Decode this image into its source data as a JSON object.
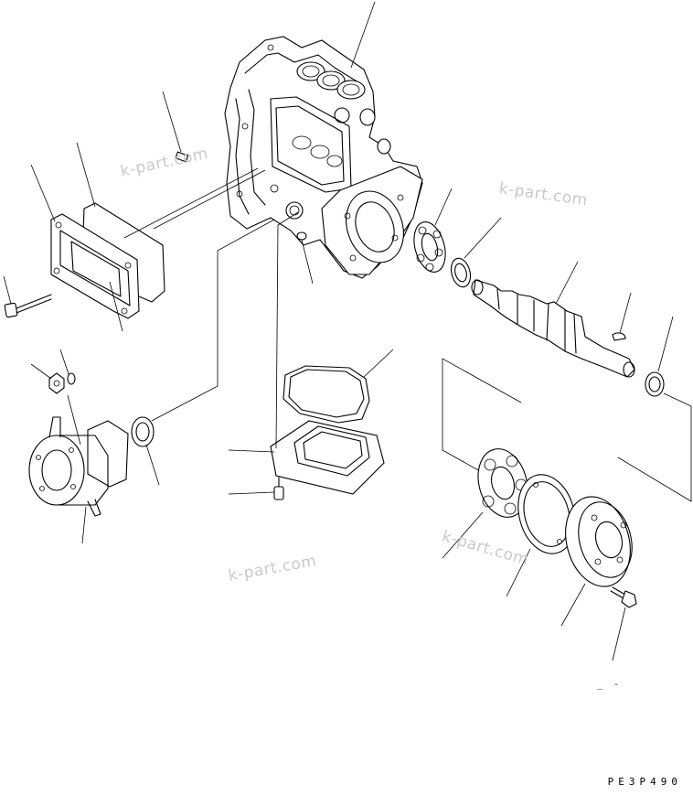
{
  "diagram": {
    "drawing_code": "PE3P490",
    "corner_mark": "_ -",
    "watermarks": [
      "k-part.com",
      "k-part.com",
      "k-part.com",
      "k-part.com"
    ]
  }
}
